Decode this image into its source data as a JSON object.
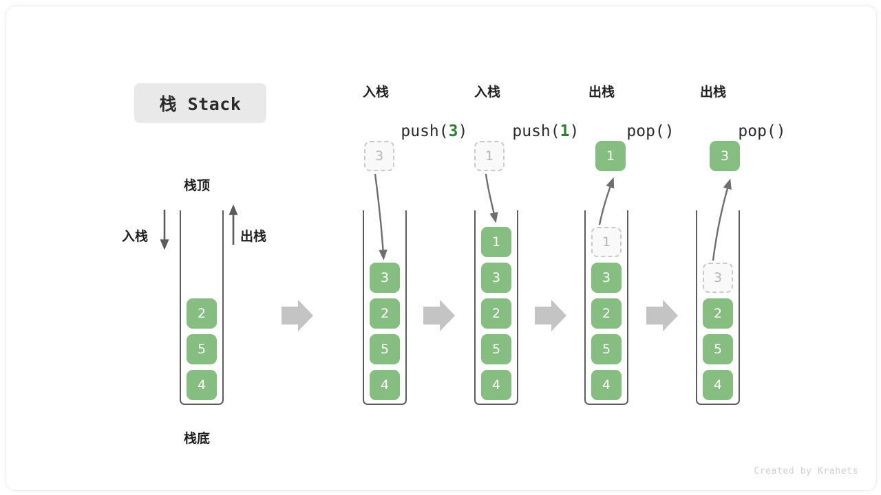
{
  "title": {
    "text": "栈 Stack"
  },
  "labels": {
    "top": "栈顶",
    "bottom": "栈底",
    "push_arrow": "入栈",
    "pop_arrow": "出栈"
  },
  "credit": "Created by Krahets",
  "colors": {
    "block_fill": "#86bd80",
    "block_text": "#ffffff",
    "ghost_fill": "#f8f9f8",
    "ghost_border": "#c9c9c9",
    "ghost_text": "#b5b5b5",
    "accent_code": "#2f7d32",
    "wall": "#5c5c5c",
    "step_arrow": "#c4c4c4",
    "curve_arrow": "#6e6e6e",
    "title_pill": "#e9e9e9",
    "credit_text": "#cfcfcf"
  },
  "steps": [
    {
      "id": "initial",
      "caption_cn": "",
      "caption_code_prefix": "",
      "caption_code_value": "",
      "caption_code_suffix": "",
      "floating": null,
      "ghost_in_stack": null,
      "stack": [
        "2",
        "5",
        "4"
      ]
    },
    {
      "id": "push-3",
      "caption_cn": "入栈",
      "caption_code_prefix": "push(",
      "caption_code_value": "3",
      "caption_code_suffix": ")",
      "floating": {
        "value": "3",
        "style": "ghost"
      },
      "ghost_in_stack": null,
      "stack": [
        "3",
        "2",
        "5",
        "4"
      ]
    },
    {
      "id": "push-1",
      "caption_cn": "入栈",
      "caption_code_prefix": "push(",
      "caption_code_value": "1",
      "caption_code_suffix": ")",
      "floating": {
        "value": "1",
        "style": "ghost"
      },
      "ghost_in_stack": null,
      "stack": [
        "1",
        "3",
        "2",
        "5",
        "4"
      ]
    },
    {
      "id": "pop-1",
      "caption_cn": "出栈",
      "caption_code_prefix": "pop(",
      "caption_code_value": "",
      "caption_code_suffix": ")",
      "floating": {
        "value": "1",
        "style": "solid"
      },
      "ghost_in_stack": "1",
      "stack": [
        "3",
        "2",
        "5",
        "4"
      ]
    },
    {
      "id": "pop-3",
      "caption_cn": "出栈",
      "caption_code_prefix": "pop(",
      "caption_code_value": "",
      "caption_code_suffix": ")",
      "floating": {
        "value": "3",
        "style": "solid"
      },
      "ghost_in_stack": "3",
      "stack": [
        "2",
        "5",
        "4"
      ]
    }
  ],
  "step_arrows": 4
}
